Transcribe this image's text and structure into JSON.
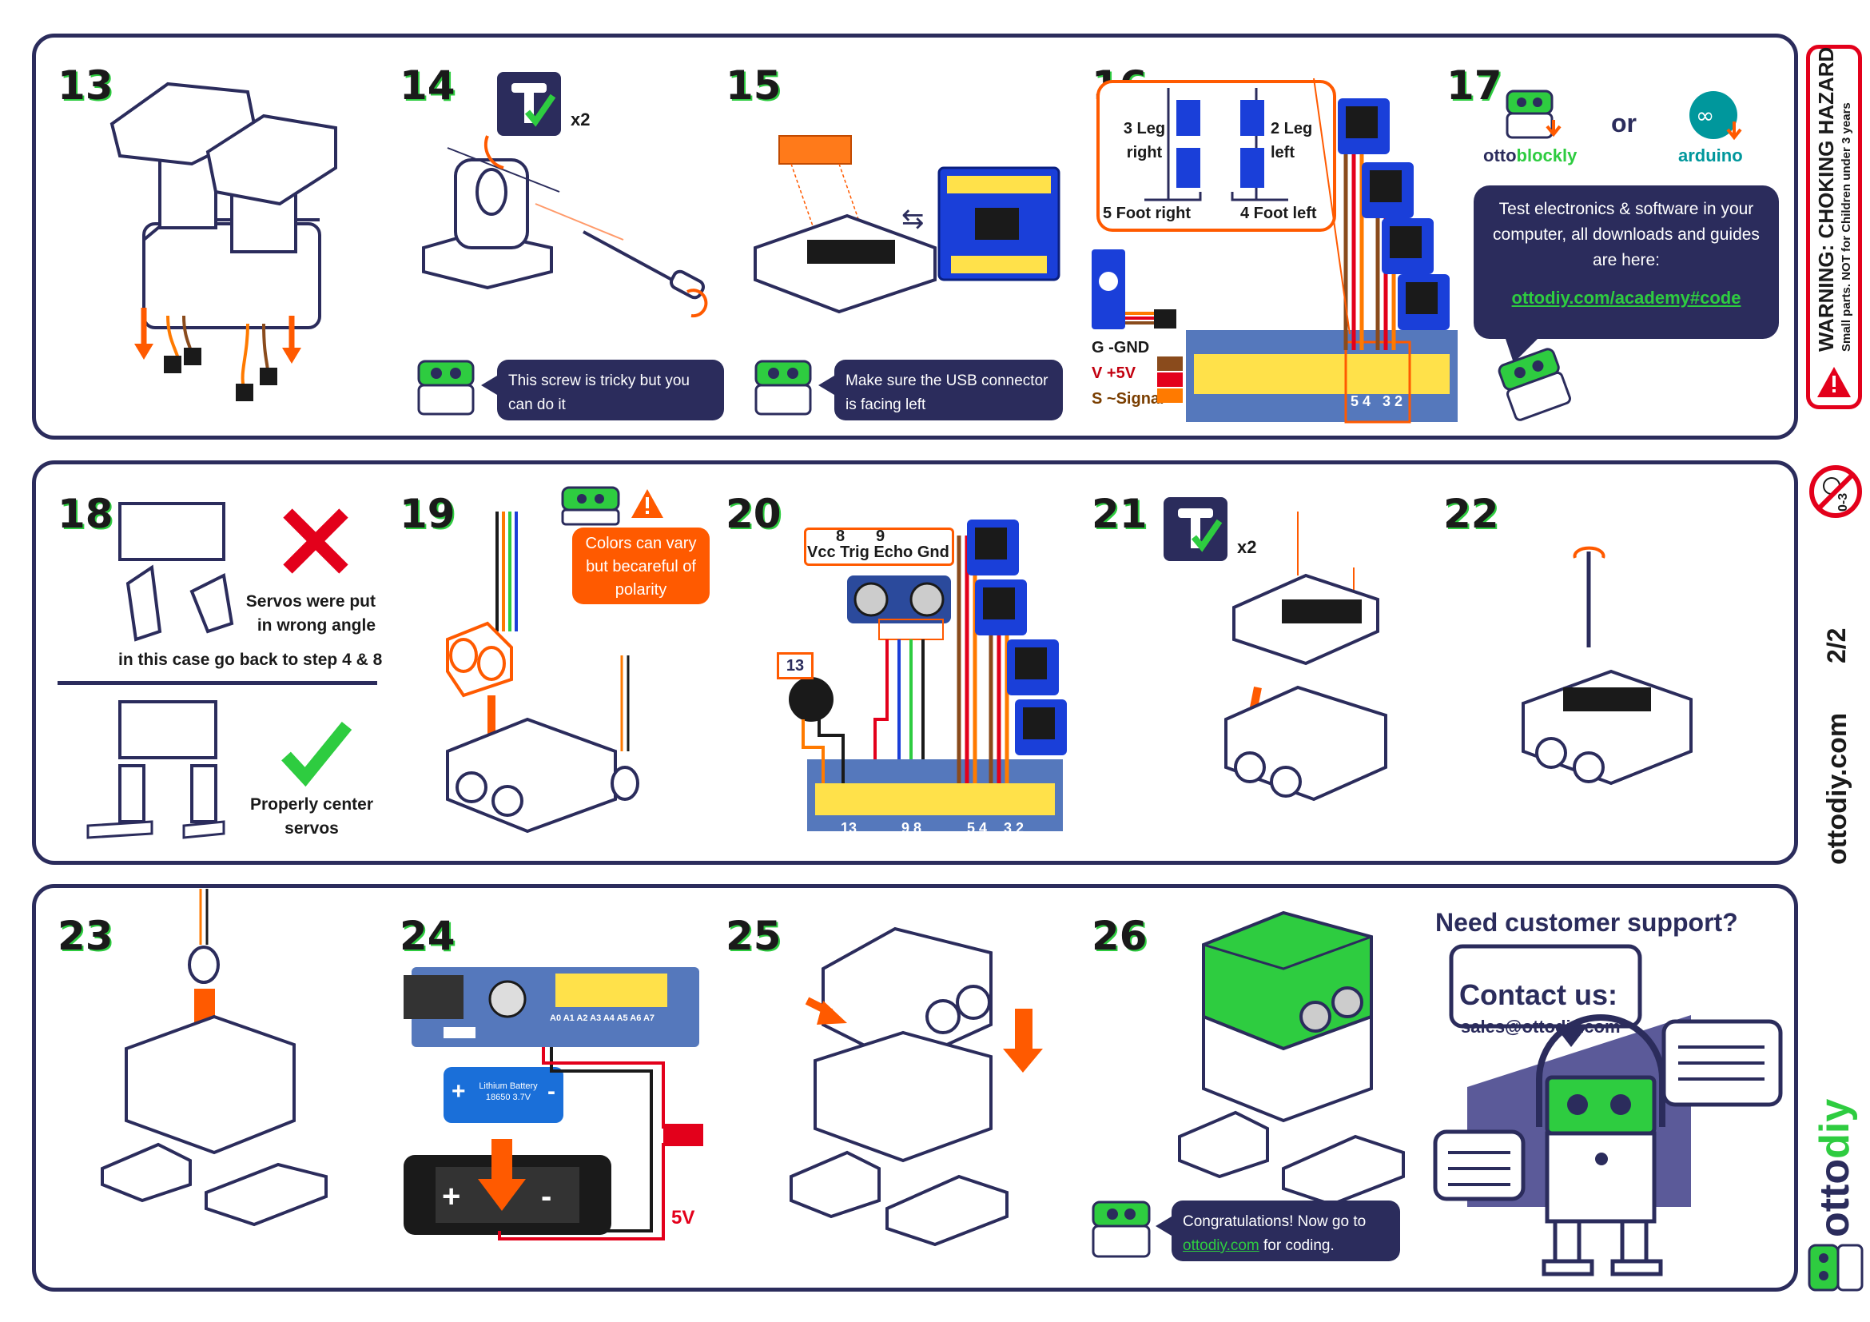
{
  "steps": {
    "s13": "13",
    "s14": "14",
    "s15": "15",
    "s16": "16",
    "s17": "17",
    "s18": "18",
    "s19": "19",
    "s20": "20",
    "s21": "21",
    "s22": "22",
    "s23": "23",
    "s24": "24",
    "s25": "25",
    "s26": "26"
  },
  "step14": {
    "count": "x2",
    "tip": "This screw is tricky but you can do it"
  },
  "step15": {
    "tip": "Make sure the USB connector is facing left"
  },
  "step16": {
    "leg_right": "3 Leg right",
    "leg_left": "2 Leg left",
    "foot_right": "5 Foot right",
    "foot_left": "4 Foot left",
    "gnd": "G -GND",
    "vcc": "V +5V",
    "sig": "S ~Signal",
    "pins_a": "5 4",
    "pins_b": "3 2"
  },
  "step17": {
    "brand_a1": "otto",
    "brand_a2": "blockly",
    "or": "or",
    "brand_b": "arduino",
    "info": "Test electronics & software in your computer, all downloads and guides are here:",
    "link": "ottodiy.com/academy#code"
  },
  "step18": {
    "wrong": "Servos were put in wrong angle",
    "goback": "in this case go back to step 4 & 8",
    "right": "Properly center servos"
  },
  "step19": {
    "warn": "Colors can vary but becareful of polarity"
  },
  "step20": {
    "pin8": "8",
    "pin9": "9",
    "header": "Vcc Trig Echo Gnd",
    "buzzer": "13",
    "p13": "13",
    "p98": "9 8",
    "p54": "5 4",
    "p32": "3 2"
  },
  "step21": {
    "count": "x2"
  },
  "step24": {
    "pins": "A0 A1 A2 A3 A4 A5 A6 A7",
    "battery": "Lithium Battery 18650 3.7V",
    "volt": "5V"
  },
  "step26": {
    "tip_a": "Congratulations! Now go to ",
    "tip_link": "ottodiy.com",
    "tip_b": " for coding."
  },
  "support": {
    "title": "Need customer support?",
    "contact": "Contact us:",
    "email": "sales@ottodiy.com"
  },
  "sidebar": {
    "warning": "WARNING: CHOKING HAZARD",
    "warning_sub": "Small parts. NOT for Children under 3 years",
    "age": "0-3",
    "page": "2/2",
    "site": "ottodiy.com",
    "logo_a": "otto",
    "logo_b": "diy"
  },
  "colors": {
    "navy": "#2b2c5c",
    "green": "#2ecc40",
    "orange": "#ff5a00",
    "red": "#e3001b",
    "blue": "#1a3fd9"
  }
}
